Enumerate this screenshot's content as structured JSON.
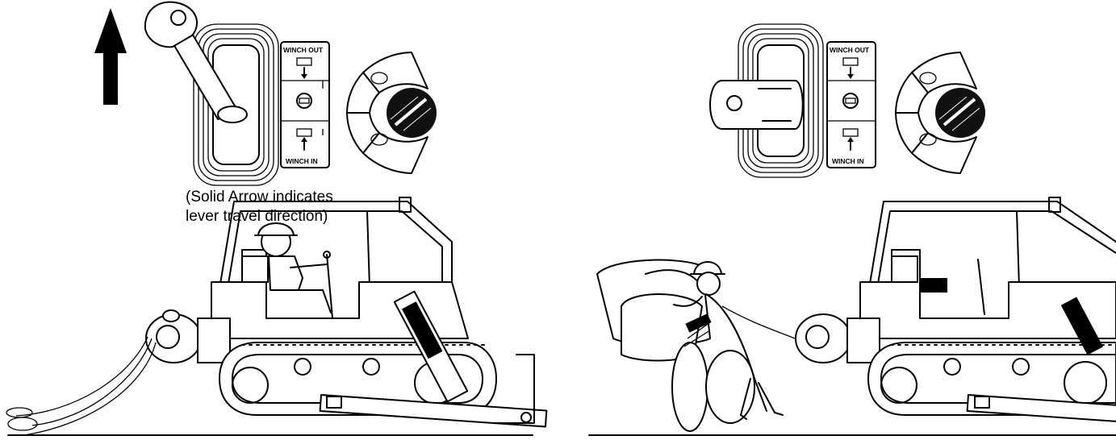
{
  "panel_labels": {
    "winch_out": "WINCH OUT",
    "winch_in": "WINCH IN"
  },
  "note": {
    "line1": "(Solid Arrow indicates",
    "line2": "lever travel direction)"
  },
  "colors": {
    "ink": "#000000",
    "paper": "#ffffff"
  }
}
